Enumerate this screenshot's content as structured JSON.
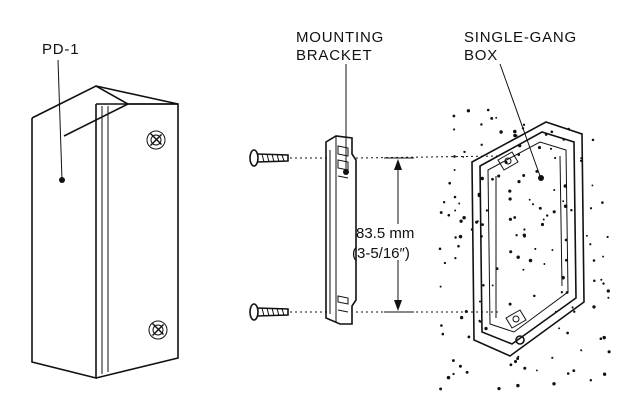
{
  "labels": {
    "device": "PD-1",
    "bracket_line1": "MOUNTING",
    "bracket_line2": "BRACKET",
    "box_line1": "SINGLE-GANG",
    "box_line2": "BOX",
    "dimension_metric": "83.5 mm",
    "dimension_imperial": "(3-5/16″)"
  },
  "colors": {
    "ink": "#111111",
    "paper": "#ffffff"
  },
  "icons": {
    "screw": "screw-icon",
    "arrow": "arrowhead-icon"
  }
}
